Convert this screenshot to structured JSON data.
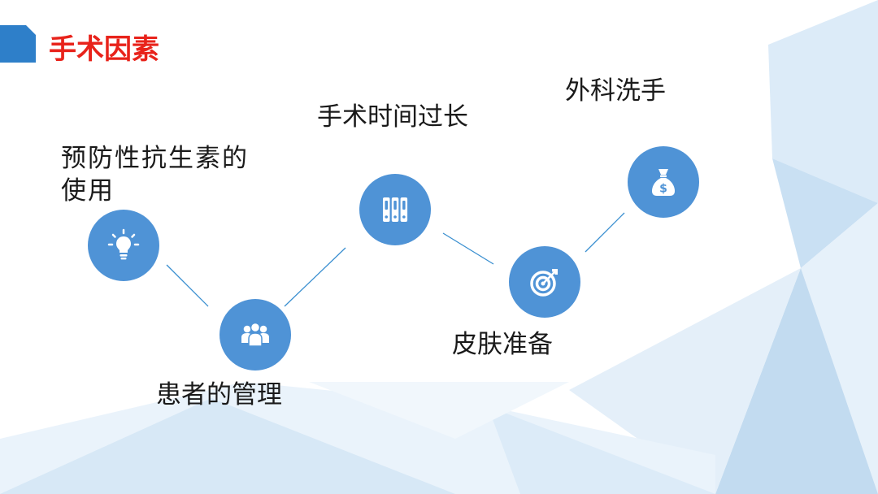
{
  "title": "手术因素",
  "colors": {
    "title": "#e8231b",
    "accent": "#2e7fc9",
    "node": "#4f93d6",
    "connector": "#3a8fd0",
    "label": "#1a1a1a",
    "decor_light": "#e3eff9",
    "decor_mid": "#c5ddf1"
  },
  "steps": [
    {
      "id": "antibiotics",
      "label": "预防性抗生素的使用",
      "icon": "lightbulb-icon"
    },
    {
      "id": "patient-management",
      "label": "患者的管理",
      "icon": "people-group-icon"
    },
    {
      "id": "long-surgery",
      "label": "手术时间过长",
      "icon": "binders-icon"
    },
    {
      "id": "skin-prep",
      "label": "皮肤准备",
      "icon": "target-icon"
    },
    {
      "id": "hand-washing",
      "label": "外科洗手",
      "icon": "money-bag-icon"
    }
  ]
}
